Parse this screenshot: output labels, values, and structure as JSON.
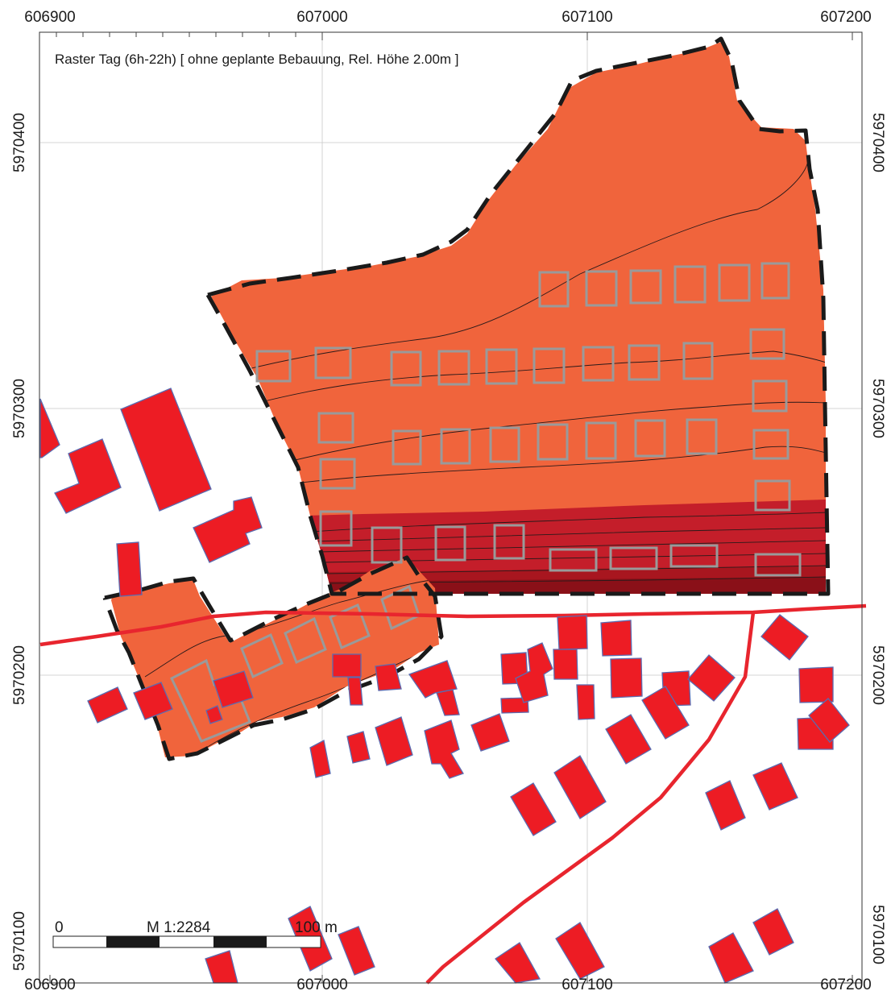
{
  "map": {
    "title": "Raster Tag (6h-22h)  [ ohne geplante Bebauung, Rel. Höhe  2.00m ]",
    "x_labels": [
      "606900",
      "607000",
      "607100",
      "607200"
    ],
    "y_labels": [
      "5970400",
      "5970300",
      "5970200",
      "5970100"
    ],
    "scale_bar": {
      "zero_label": "0",
      "ratio_label": "M 1:2284",
      "end_label": "100 m"
    },
    "colors": {
      "level_low": "#f0643c",
      "level_high": "#c41e2a",
      "existing_building": "#ed1c24",
      "planned_building_outline": "#9a9a9a",
      "road": "#e8252e",
      "boundary": "#1a1a1a"
    }
  }
}
